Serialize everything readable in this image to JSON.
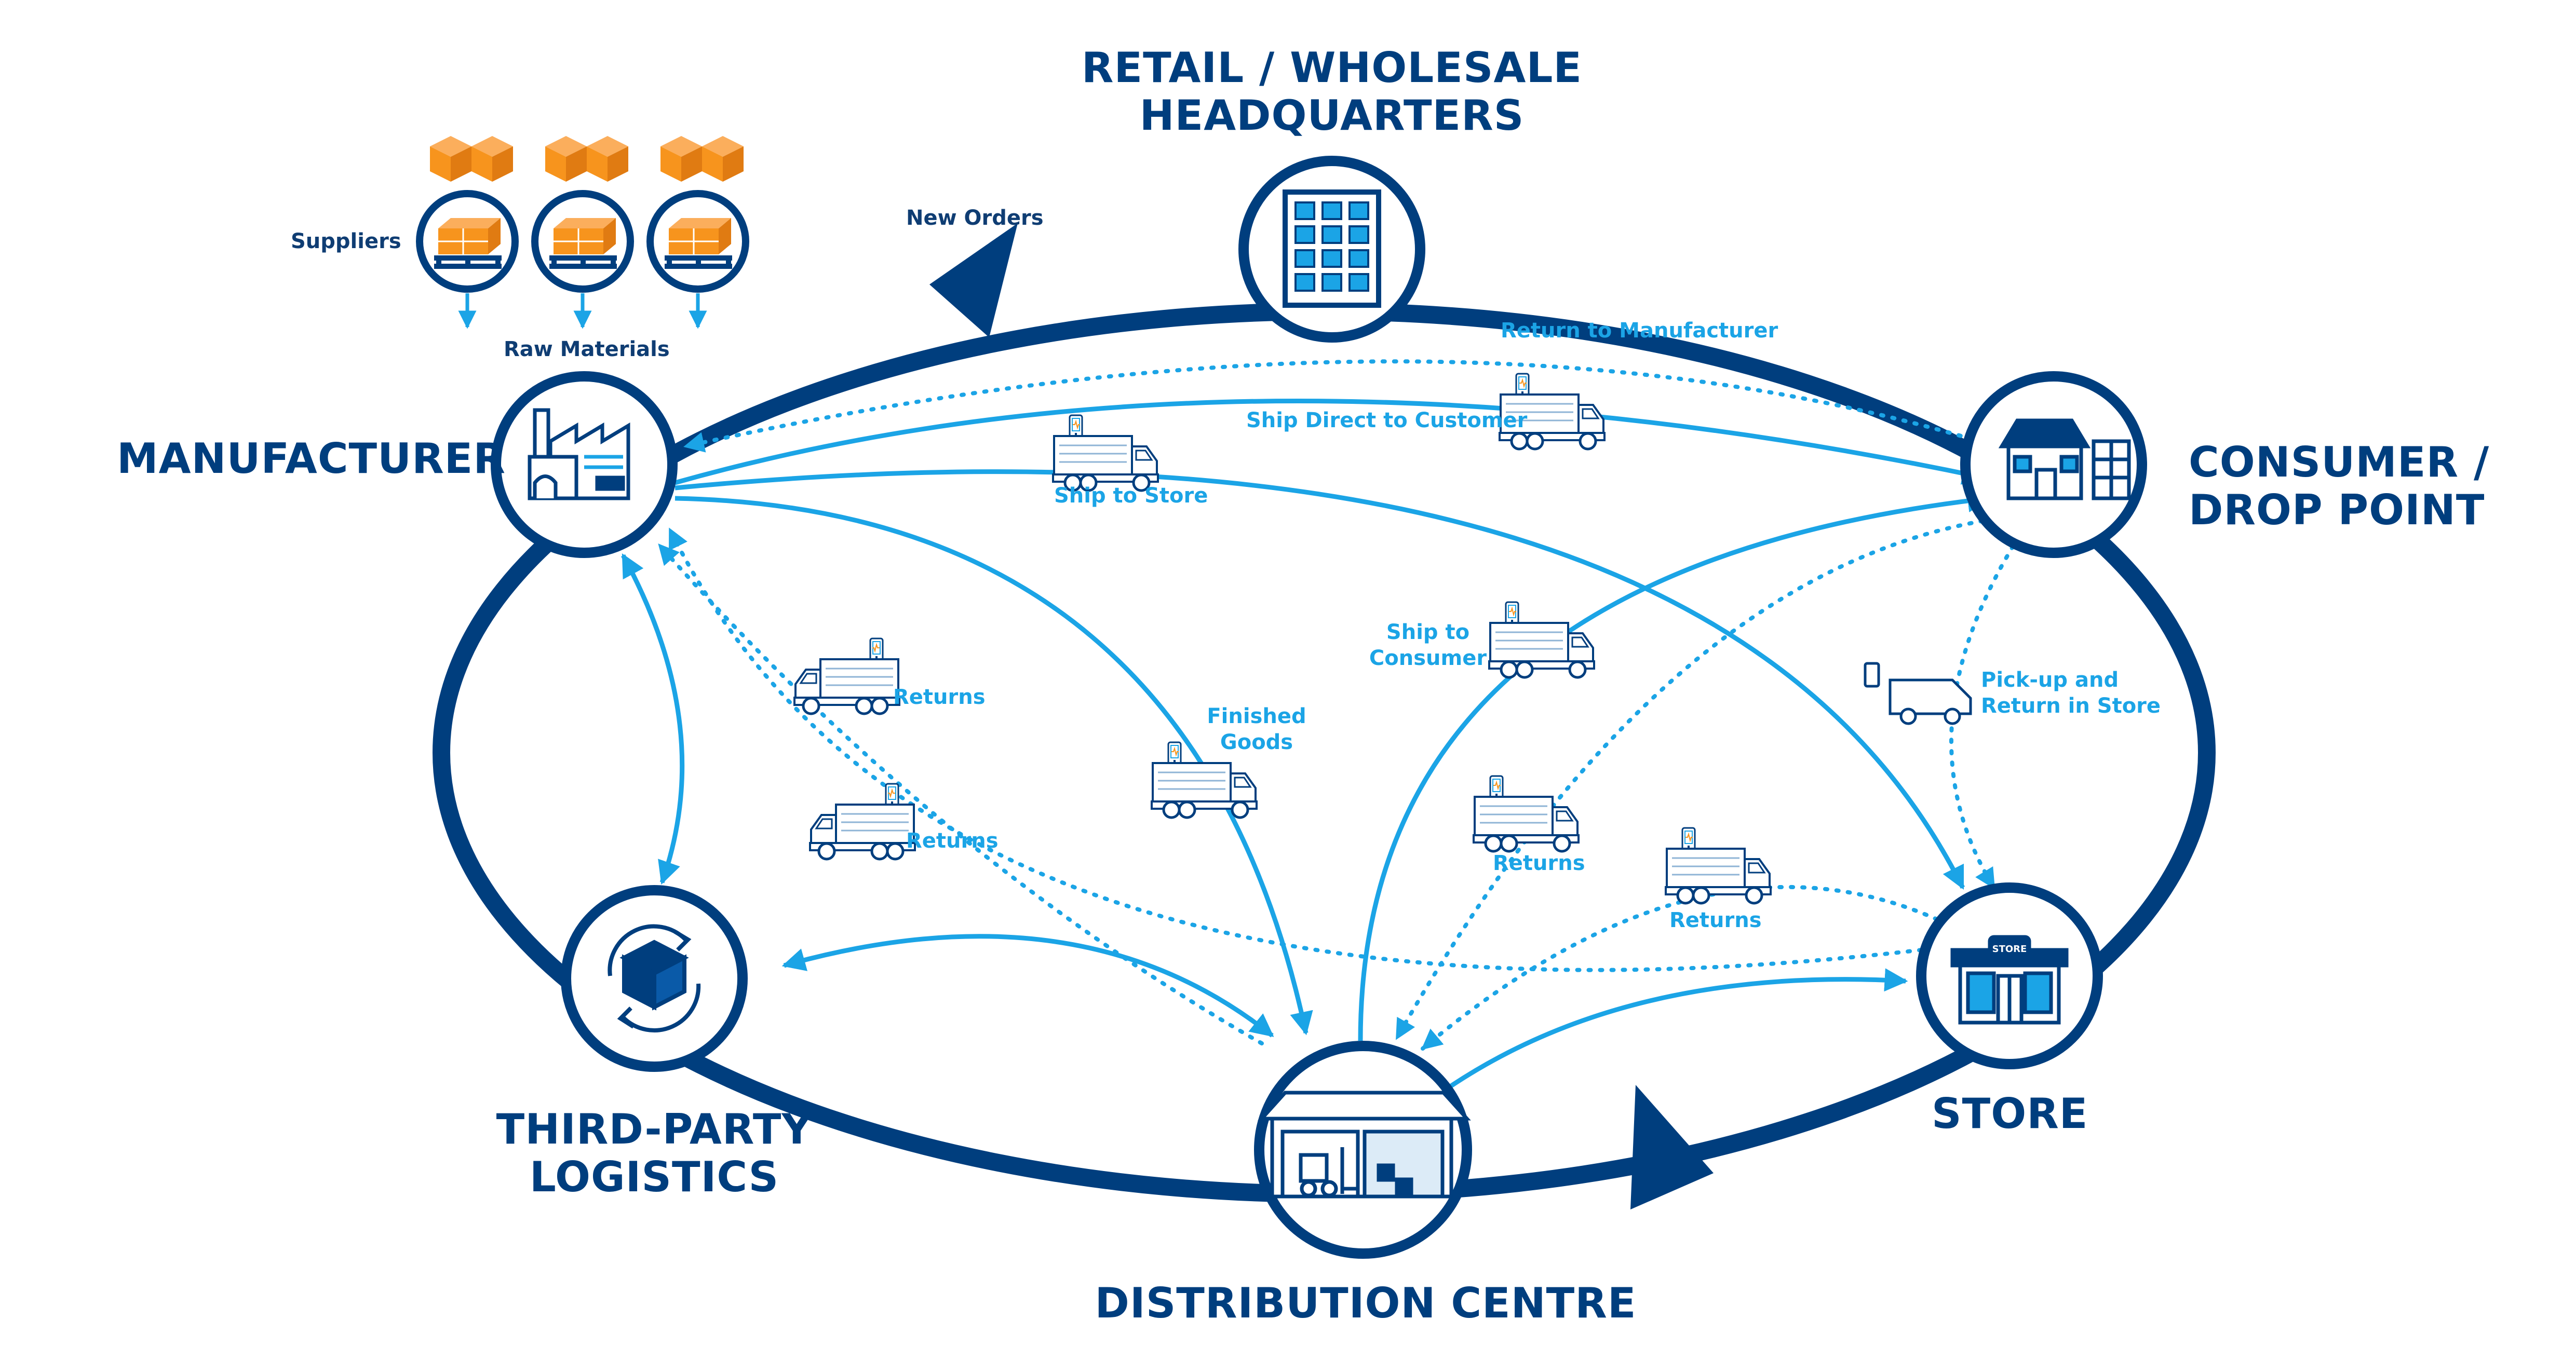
{
  "nodes": {
    "retail": {
      "title_line1": "RETAIL / WHOLESALE",
      "title_line2": "HEADQUARTERS",
      "icon": "office-building-icon"
    },
    "manufacturer": {
      "title": "MANUFACTURER",
      "icon": "factory-icon"
    },
    "consumer": {
      "title_line1": "CONSUMER /",
      "title_line2": "DROP POINT",
      "icon": "house-and-parcel-locker-icon"
    },
    "third_party": {
      "title_line1": "THIRD-PARTY",
      "title_line2": "LOGISTICS",
      "icon": "cycling-box-icon"
    },
    "distribution": {
      "title": "DISTRIBUTION CENTRE",
      "icon": "warehouse-forklift-icon"
    },
    "store": {
      "title": "STORE",
      "icon": "storefront-icon",
      "sign_text": "STORE"
    }
  },
  "labels": {
    "suppliers": "Suppliers",
    "raw_materials": "Raw Materials",
    "new_orders": "New Orders",
    "return_to_manufacturer": "Return to Manufacturer",
    "ship_direct_line1": "Ship Direct to Customer",
    "ship_to_store": "Ship to Store",
    "ship_to_consumer_line1": "Ship to",
    "ship_to_consumer_line2": "Consumer",
    "pickup_line1": "Pick-up and",
    "pickup_line2": "Return in Store",
    "returns_a": "Returns",
    "returns_b": "Returns",
    "returns_c": "Returns",
    "returns_d": "Returns",
    "finished_goods_line1": "Finished",
    "finished_goods_line2": "Goods"
  },
  "colors": {
    "navy": "#003E7E",
    "light_blue": "#1BA4E6",
    "orange": "#F7941D",
    "white": "#FFFFFF"
  }
}
